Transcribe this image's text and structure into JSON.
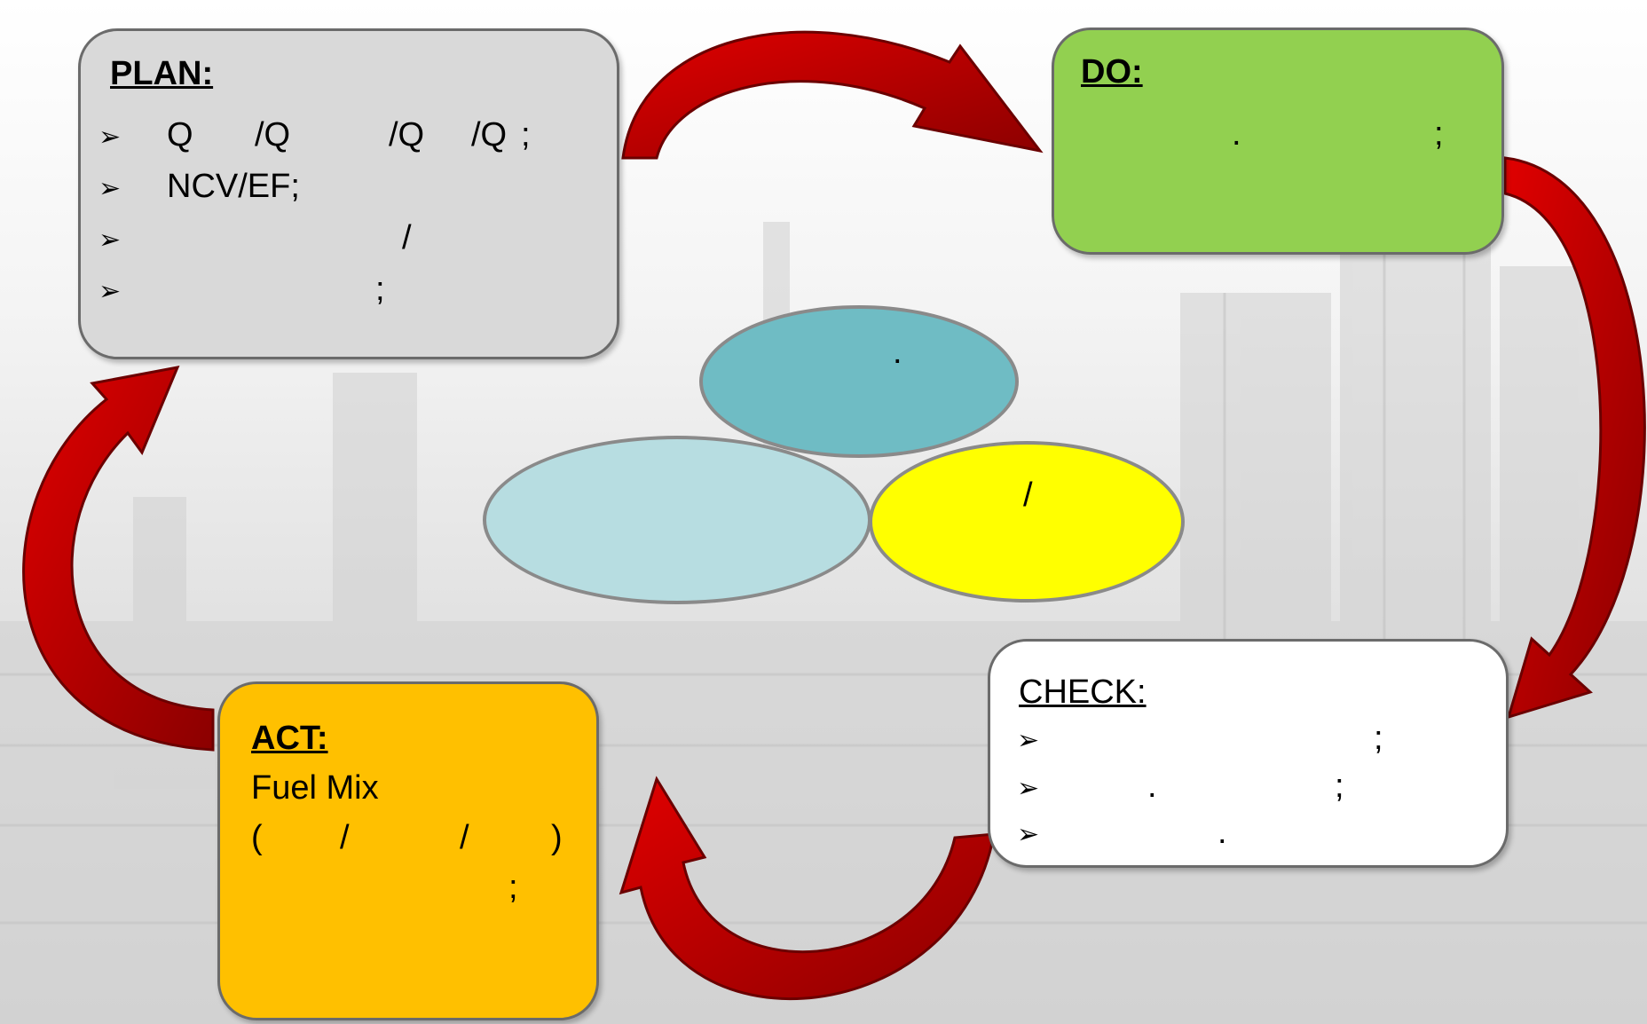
{
  "plan": {
    "title": "PLAN:",
    "bullets": [
      {
        "symbol": "➢",
        "parts": [
          "Q",
          "/Q",
          "/Q",
          "/Q",
          ";"
        ]
      },
      {
        "symbol": "➢",
        "text": "NCV/EF;"
      },
      {
        "symbol": "➢",
        "parts": [
          "/"
        ]
      },
      {
        "symbol": "➢",
        "parts": [
          ";"
        ]
      }
    ]
  },
  "do": {
    "title": "DO:",
    "parts": [
      ".",
      ";"
    ]
  },
  "check": {
    "title": "CHECK:",
    "bullets": [
      {
        "symbol": "➢",
        "parts": [
          ";"
        ]
      },
      {
        "symbol": "➢",
        "parts": [
          ".",
          ";"
        ]
      },
      {
        "symbol": "➢",
        "parts": [
          "."
        ]
      }
    ]
  },
  "act": {
    "title": "ACT:",
    "line1": "Fuel Mix",
    "line2_parts": [
      "(",
      "/",
      "/",
      ")"
    ],
    "line3_parts": [
      ";"
    ]
  },
  "center": {
    "top_text": ".",
    "right_text": "/",
    "left_text": ""
  },
  "colors": {
    "plan": "#d9d9d9",
    "do": "#92d050",
    "check": "#ffffff",
    "act": "#ffc000",
    "ellipse_top": "#6fbcc4",
    "ellipse_left": "#b7dde1",
    "ellipse_right": "#ffff00",
    "arrow": "#c00000"
  }
}
